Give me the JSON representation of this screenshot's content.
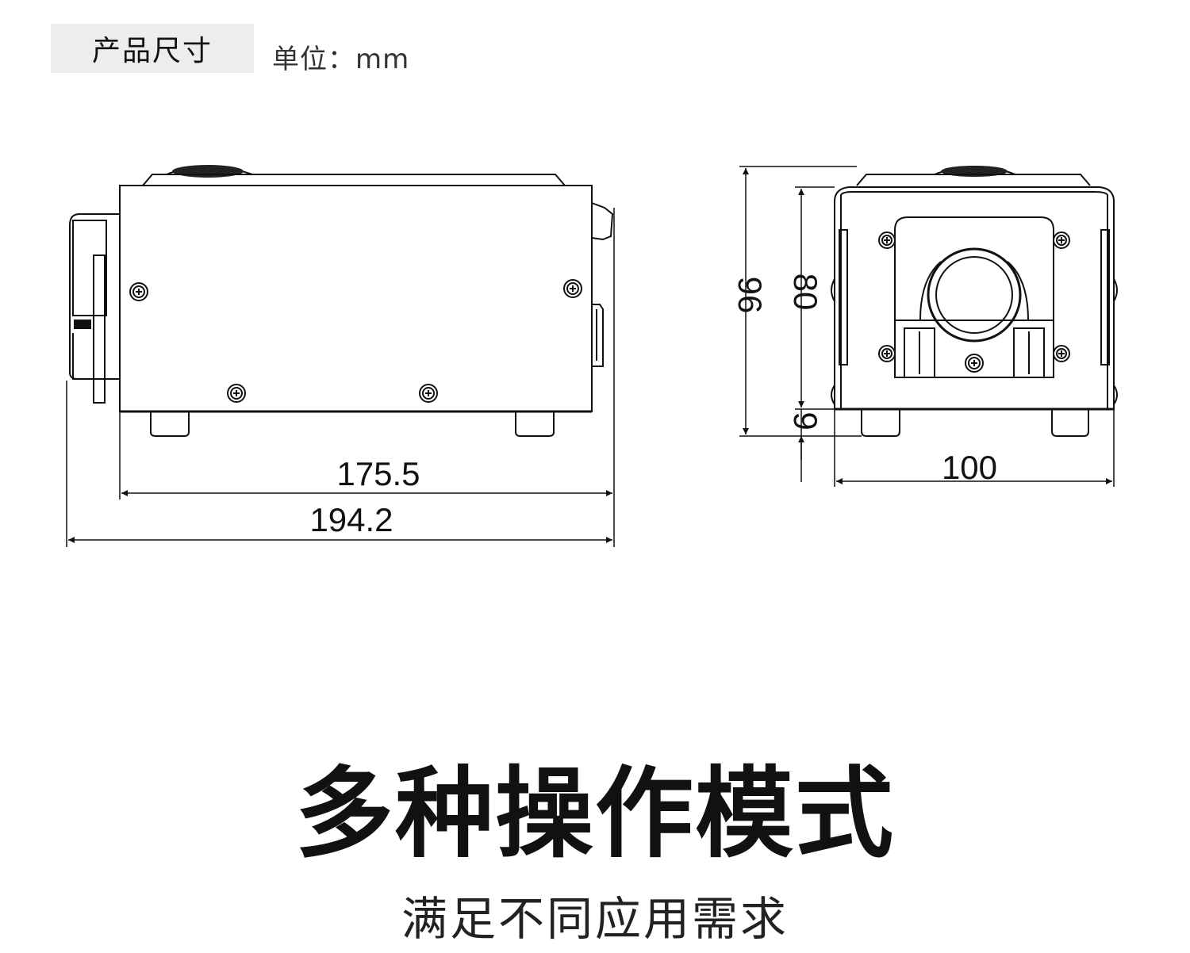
{
  "header": {
    "section_tag": "产品尺寸",
    "unit_label": "单位：mm"
  },
  "dimensions": {
    "side_body_length": "175.5",
    "side_total_length": "194.2",
    "front_total_height": "96",
    "front_body_height": "80",
    "front_foot_height": "9",
    "front_width": "100"
  },
  "headline": "多种操作模式",
  "subline": "满足不同应用需求"
}
